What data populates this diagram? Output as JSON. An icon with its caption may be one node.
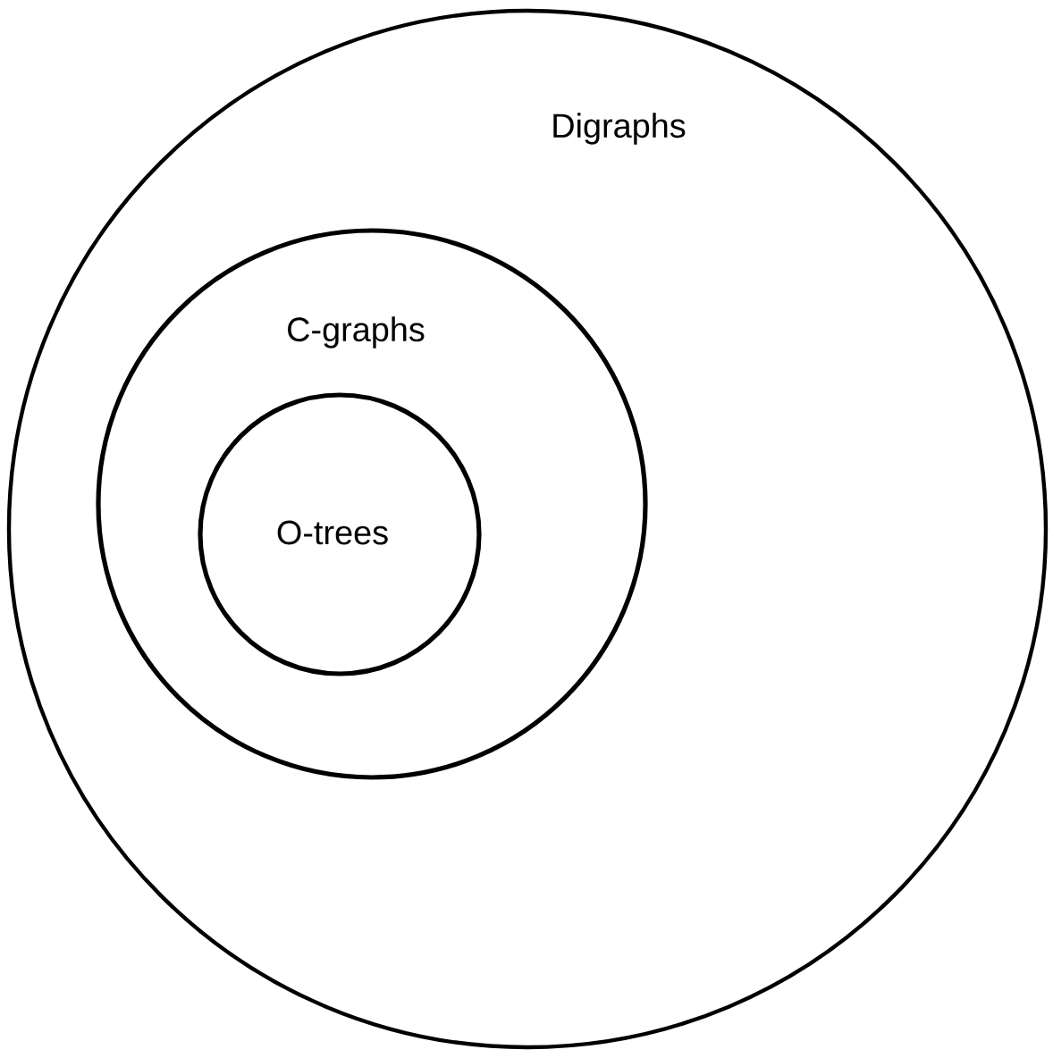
{
  "diagram": {
    "nodes": [
      {
        "text": [
          "Digraphs"
        ]
      },
      {
        "text": [
          "C-graphs"
        ],
        "in": 0
      },
      {
        "text": [
          "O-trees"
        ],
        "in": 1
      }
    ]
  }
}
